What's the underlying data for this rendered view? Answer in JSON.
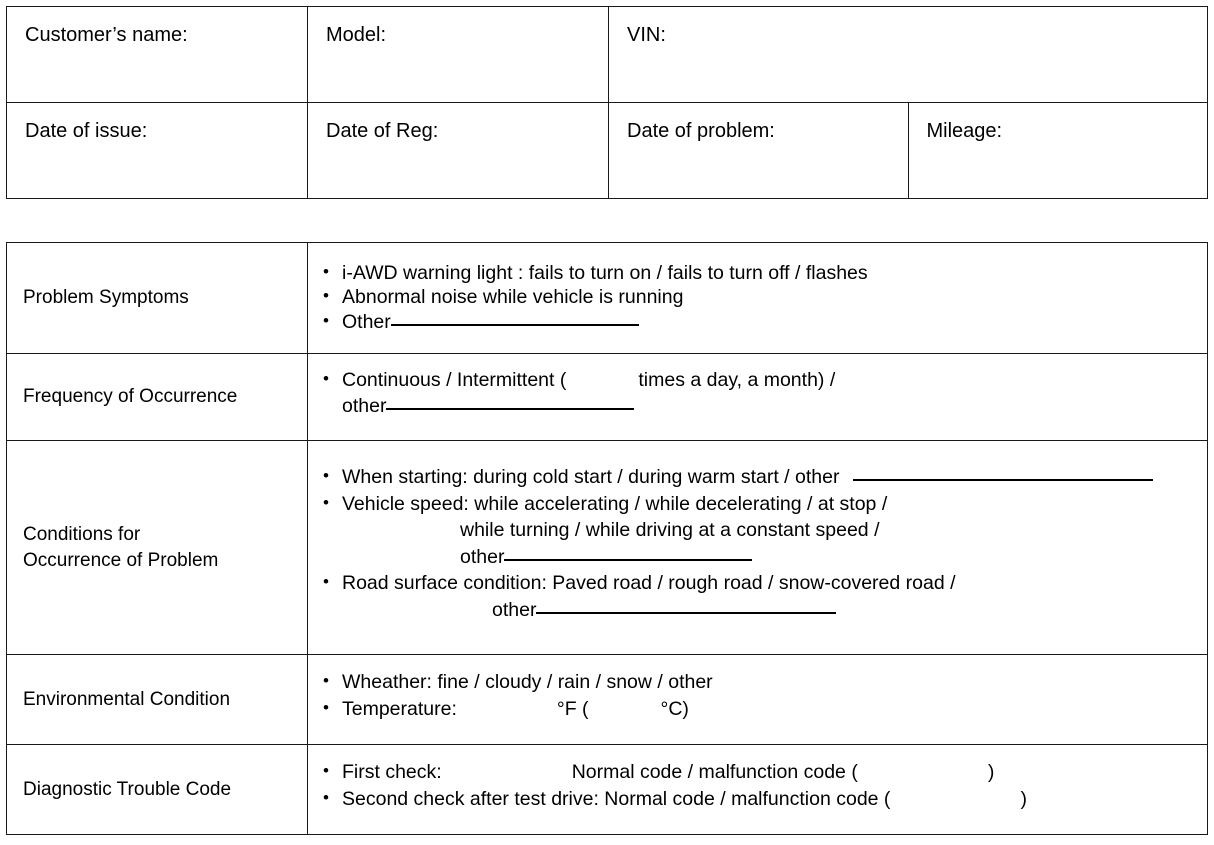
{
  "header_table": {
    "rows": [
      [
        {
          "label": "Customer’s name:"
        },
        {
          "label": "Model:"
        },
        {
          "label": "VIN:"
        }
      ],
      [
        {
          "label": "Date of issue:"
        },
        {
          "label": "Date of Reg:"
        },
        {
          "label": "Date of problem:"
        },
        {
          "label": "Mileage:"
        }
      ]
    ]
  },
  "detail_table": {
    "rows": [
      {
        "title": "Problem Symptoms",
        "lines": [
          {
            "kind": "bullet",
            "text": "i-AWD warning light : fails to turn on / fails to turn off / flashes"
          },
          {
            "kind": "bullet",
            "text": "Abnormal noise while vehicle is running"
          },
          {
            "kind": "bullet",
            "text": "Other",
            "rule": "md"
          }
        ]
      },
      {
        "title": "Frequency of Occurrence",
        "lines": [
          {
            "kind": "bullet",
            "text": "Continuous / Intermittent   (",
            "gap": "md",
            "text2": "times a day, a month) /"
          },
          {
            "kind": "cont",
            "text": "other",
            "rule": "md"
          }
        ]
      },
      {
        "title": "Conditions for\nOccurrence of Problem",
        "lines": [
          {
            "kind": "bullet",
            "text": "When starting: during cold start / during warm start / other",
            "rule": "lg"
          },
          {
            "kind": "bullet",
            "text": "Vehicle speed: while accelerating / while decelerating / at stop /"
          },
          {
            "kind": "cont",
            "indent": "indent-1",
            "text": "while turning / while driving at a constant speed /"
          },
          {
            "kind": "cont",
            "indent": "indent-1",
            "text": "other",
            "rule": "md"
          },
          {
            "kind": "bullet",
            "text": "Road surface condition: Paved road / rough road / snow-covered road /"
          },
          {
            "kind": "cont",
            "indent": "indent-2",
            "text": "other",
            "rule": "lg"
          }
        ]
      },
      {
        "title": "Environmental Condition",
        "lines": [
          {
            "kind": "bullet",
            "text": "Wheather: fine / cloudy / rain / snow / other"
          },
          {
            "kind": "bullet",
            "text": "Temperature:",
            "gap": "lg",
            "text2": "°F (",
            "gap2": "md",
            "text3": "°C)"
          }
        ]
      },
      {
        "title": "Diagnostic Trouble Code",
        "lines": [
          {
            "kind": "bullet",
            "text": "First check:",
            "gap": "xl",
            "text2": "Normal code / malfunction code (",
            "gap2": "xl",
            "text3": ")"
          },
          {
            "kind": "bullet",
            "text": "Second check after test drive: Normal code / malfunction code (",
            "gap2": "xl",
            "text3": ")"
          }
        ]
      }
    ]
  }
}
